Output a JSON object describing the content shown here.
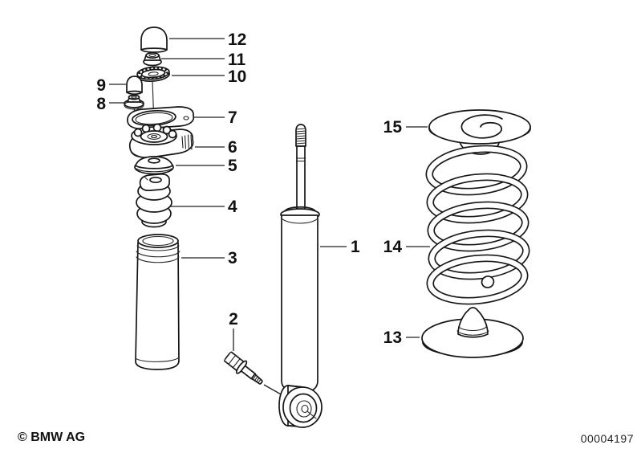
{
  "diagram": {
    "callouts": {
      "c1": "1",
      "c2": "2",
      "c3": "3",
      "c4": "4",
      "c5": "5",
      "c6": "6",
      "c7": "7",
      "c8": "8",
      "c9": "9",
      "c10": "10",
      "c11": "11",
      "c12": "12",
      "c13": "13",
      "c14": "14",
      "c15": "15"
    },
    "footer": {
      "copyright": "© BMW AG",
      "document_number": "00004197"
    }
  }
}
